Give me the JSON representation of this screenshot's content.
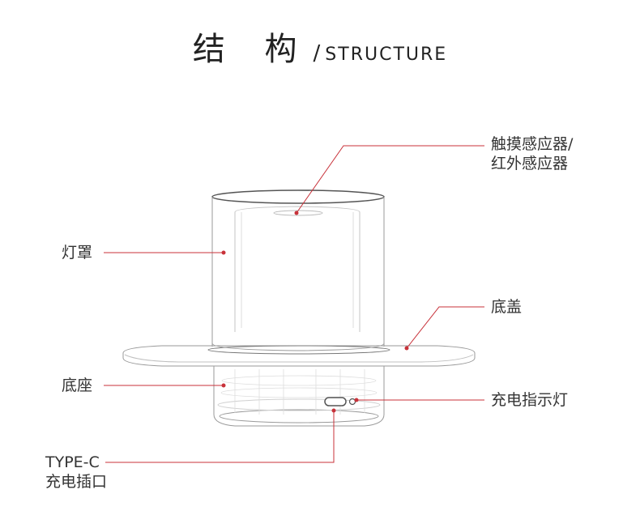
{
  "title": {
    "cn": "结 构",
    "separator": "/",
    "en": "STRUCTURE"
  },
  "labels": {
    "touch_sensor": [
      "触摸感应器/",
      "红外感应器"
    ],
    "lampshade": "灯罩",
    "bottom_cover": "底盖",
    "base": "底座",
    "charge_indicator": "充电指示灯",
    "type_c": [
      "TYPE-C",
      "充电插口"
    ]
  },
  "colors": {
    "leader_line": "#c8323a",
    "outline": "#9a9a9a",
    "text": "#333333"
  }
}
